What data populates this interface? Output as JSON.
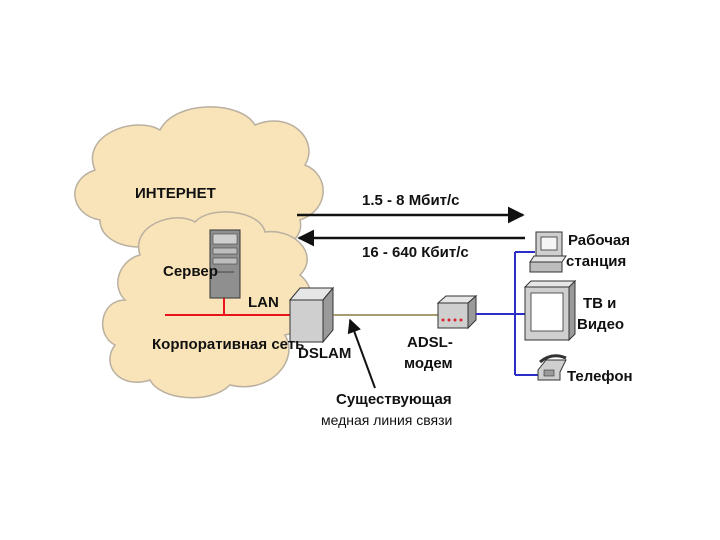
{
  "labels": {
    "internet": "ИНТЕРНЕТ",
    "server": "Сервер",
    "lan": "LAN",
    "corporate_network": "Корпоративная сеть",
    "dslam": "DSLAM",
    "speed_down": "1.5 - 8 Мбит/с",
    "speed_up": "16 - 640 Кбит/с",
    "workstation_line1": "Рабочая",
    "workstation_line2": "станция",
    "tv_line1": "ТВ и",
    "tv_line2": "Видео",
    "phone": "Телефон",
    "adsl_line1": "ADSL-",
    "adsl_line2": "модем",
    "existing_line1": "Существующая",
    "existing_line2": "медная линия связи"
  },
  "colors": {
    "cloud": "#f9e3b8",
    "cloud_outline": "#b9b0a0",
    "lan_line": "#e8141a",
    "client_lines": "#2c2cc8",
    "copper_line": "#8a7a40",
    "device": "#cfcfcf",
    "device_dark": "#8f8f8f",
    "modem_leds": "#d8242a",
    "arrow": "#111111"
  },
  "icons": [
    "server-icon",
    "dslam-icon",
    "adsl-modem-icon",
    "workstation-icon",
    "tv-icon",
    "phone-icon"
  ]
}
